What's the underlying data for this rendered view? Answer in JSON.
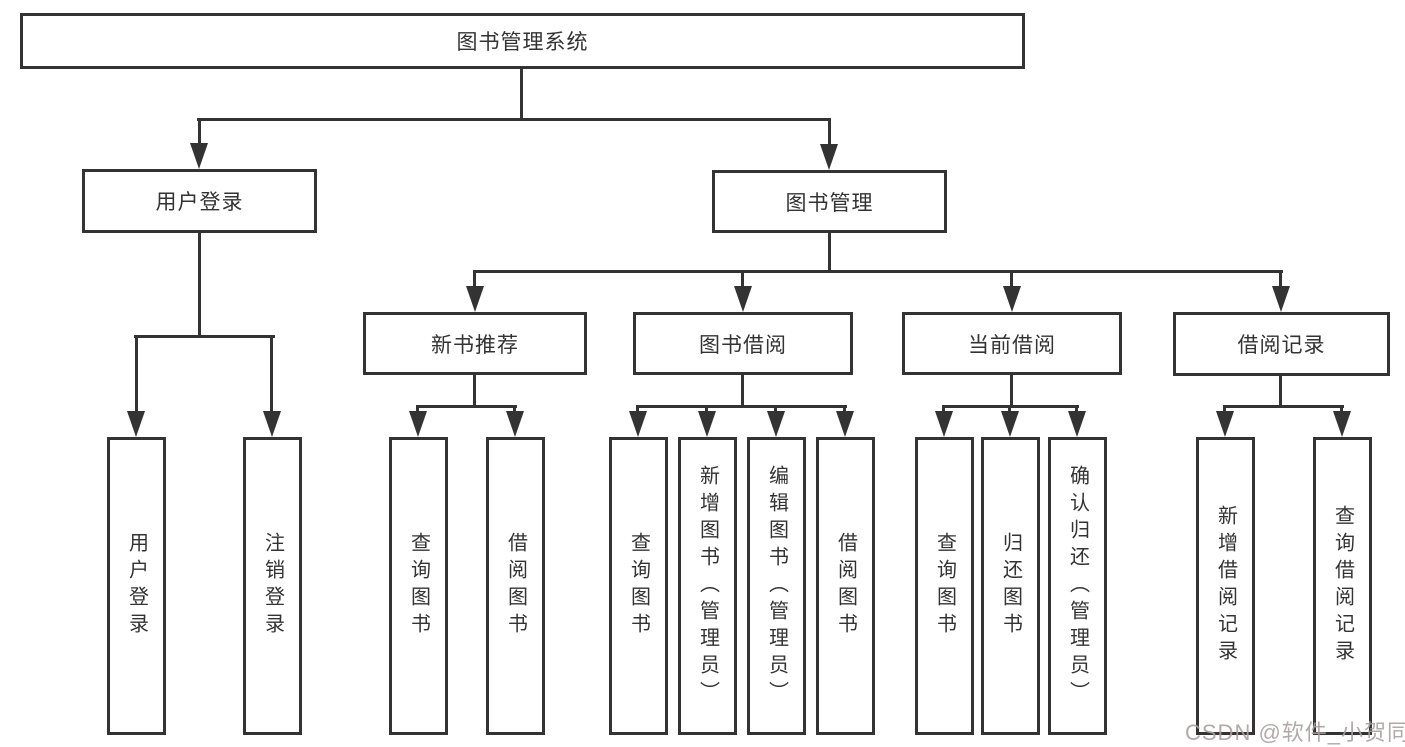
{
  "tree": {
    "root": "图书管理系统",
    "branches": [
      {
        "label": "用户登录",
        "children": [
          {
            "label": "用户登录"
          },
          {
            "label": "注销登录"
          }
        ]
      },
      {
        "label": "图书管理",
        "children": [
          {
            "label": "新书推荐",
            "children": [
              {
                "label": "查询图书"
              },
              {
                "label": "借阅图书"
              }
            ]
          },
          {
            "label": "图书借阅",
            "children": [
              {
                "label": "查询图书"
              },
              {
                "label": "新增图书（管理员）"
              },
              {
                "label": "编辑图书（管理员）"
              },
              {
                "label": "借阅图书"
              }
            ]
          },
          {
            "label": "当前借阅",
            "children": [
              {
                "label": "查询图书"
              },
              {
                "label": "归还图书"
              },
              {
                "label": "确认归还（管理员）"
              }
            ]
          },
          {
            "label": "借阅记录",
            "children": [
              {
                "label": "新增借阅记录"
              },
              {
                "label": "查询借阅记录"
              }
            ]
          }
        ]
      }
    ]
  },
  "watermark": {
    "text": "CSDN @软件_小贺同学"
  },
  "colors": {
    "line": "#333333",
    "box_border": "#333333",
    "text": "#333333",
    "background": "#ffffff",
    "watermark": "#aba0a0"
  }
}
